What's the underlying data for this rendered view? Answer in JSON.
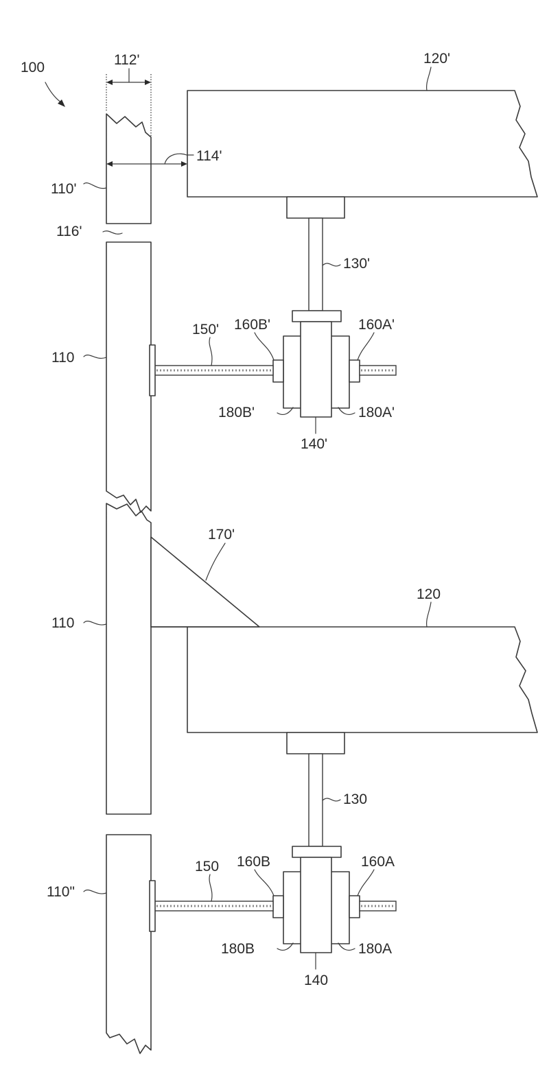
{
  "labels": {
    "assembly": "100",
    "wall_thickness": "112'",
    "gap": "114'",
    "wall_upper": "110'",
    "wall_gap": "116'",
    "wall_mid_1": "110",
    "wall_mid_2": "110",
    "wall_lower": "110\"",
    "slab_upper": "120'",
    "slab_lower": "120",
    "hanger_upper": "130'",
    "hanger_lower": "130",
    "block_upper": "140'",
    "block_lower": "140",
    "rod_upper": "150'",
    "rod_lower": "150",
    "nut_b_upper": "160B'",
    "nut_a_upper": "160A'",
    "nut_b_lower": "160B",
    "nut_a_lower": "160A",
    "brace_upper": "170'",
    "plate_b_upper": "180B'",
    "plate_a_upper": "180A'",
    "plate_b_lower": "180B",
    "plate_a_lower": "180A"
  }
}
